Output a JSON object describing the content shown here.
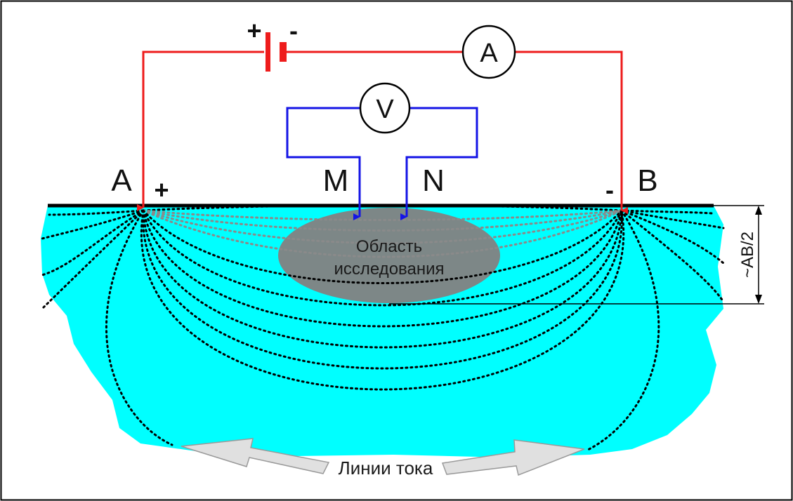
{
  "electrodes": {
    "a_label": "A",
    "b_label": "B",
    "m_label": "M",
    "n_label": "N",
    "a_sign": "+",
    "b_sign": "-"
  },
  "battery": {
    "plus_sign": "+",
    "minus_sign": "-"
  },
  "ammeter": {
    "symbol": "A"
  },
  "voltmeter": {
    "symbol": "V"
  },
  "study_region": {
    "line1": "Область",
    "line2": "исследования"
  },
  "depth_marker": {
    "text": "~AB/2"
  },
  "current_lines": {
    "caption": "Линии тока"
  },
  "colors": {
    "current_circuit": "#ee1c1c",
    "voltage_circuit": "#1414e6",
    "ground": "#00ffff",
    "study_region": "#7d8787",
    "arrows": "#e0e0e0",
    "frame": "#000000"
  }
}
